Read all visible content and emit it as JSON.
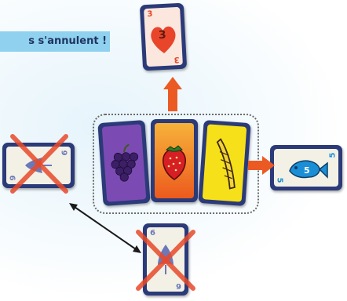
{
  "rule_banner": {
    "text": "s s'annulent !"
  },
  "cards": {
    "heart": {
      "number": "3",
      "suit_icon": "heart-icon",
      "color": "#e8452a"
    },
    "spade": {
      "number": "6",
      "suit_icon": "spade-icon",
      "color": "#6c78b8"
    },
    "fish": {
      "number": "5",
      "suit_icon": "fish-icon",
      "color": "#1a8fd6"
    },
    "left": {
      "number": "6",
      "suit_icon": "spade-icon",
      "crossed": true
    },
    "bottom": {
      "number": "6",
      "suit_icon": "spade-icon",
      "crossed": true
    },
    "grapes": {
      "icon": "grapes-icon",
      "bg": "#7b4bb3"
    },
    "strawberry": {
      "icon": "strawberry-icon",
      "bg": "#f07d18"
    },
    "banana": {
      "icon": "banana-icon",
      "bg": "#f6e01a"
    }
  },
  "colors": {
    "arrow": "#ec5a24",
    "cross": "#e84a2a",
    "card_border": "#2b3a78"
  }
}
